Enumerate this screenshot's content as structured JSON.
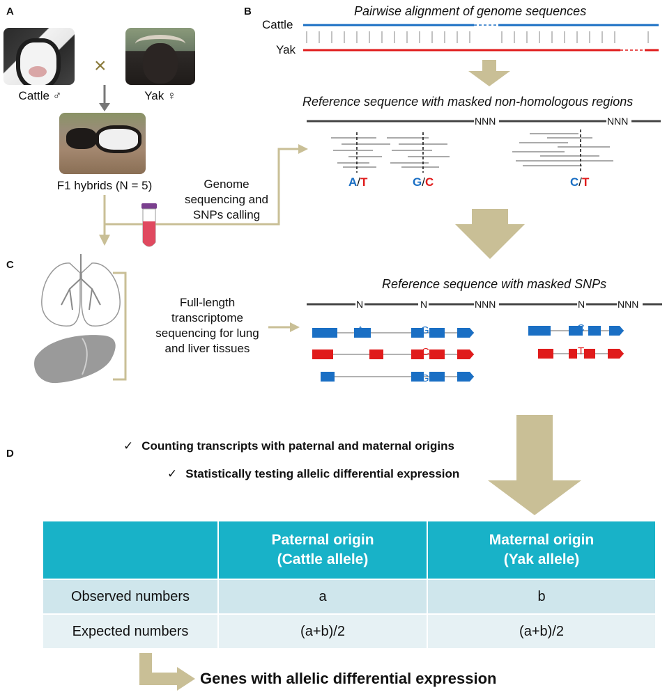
{
  "panel_labels": {
    "a": "A",
    "b": "B",
    "c": "C",
    "d": "D"
  },
  "panel_a": {
    "cattle_label": "Cattle ♂",
    "yak_label": "Yak ♀",
    "cross_symbol": "×",
    "f1_label": "F1 hybrids (N = 5)",
    "sequencing_label_1": "Genome",
    "sequencing_label_2": "sequencing and",
    "sequencing_label_3": "SNPs calling"
  },
  "panel_b": {
    "title": "Pairwise alignment of genome sequences",
    "cattle_row": "Cattle",
    "yak_row": "Yak",
    "masked_title": "Reference sequence with masked non-homologous regions",
    "nnn": "NNN",
    "snp1_a": "A",
    "snp1_b": "T",
    "snp2_a": "G",
    "snp2_b": "C",
    "snp3_a": "C",
    "snp3_b": "T",
    "slash": "/"
  },
  "panel_c": {
    "transcriptome_1": "Full-length",
    "transcriptome_2": "transcriptome",
    "transcriptome_3": "sequencing for lung",
    "transcriptome_4": "and liver tissues",
    "masked_snps_title": "Reference sequence with masked SNPs",
    "n": "N",
    "nnn": "NNN",
    "t1_base1": "A",
    "t1_base2": "G",
    "t2_base": "C",
    "t3_base": "G",
    "t4_base": "C",
    "t5_base": "T"
  },
  "panel_d": {
    "check_mark": "✓",
    "check1": "Counting transcripts with paternal and maternal origins",
    "check2": "Statistically testing allelic differential expression",
    "table": {
      "header": [
        "",
        "Paternal origin",
        "Maternal origin"
      ],
      "header_sub": [
        "",
        "(Cattle allele)",
        "(Yak allele)"
      ],
      "rows": [
        [
          "Observed numbers",
          "a",
          "b"
        ],
        [
          "Expected numbers",
          "(a+b)/2",
          "(a+b)/2"
        ]
      ]
    },
    "result": "Genes with allelic differential expression"
  },
  "colors": {
    "cattle": "#1a6fc4",
    "yak": "#e01b1b",
    "arrow": "#c9bf96",
    "table_header": "#18b2c8"
  }
}
